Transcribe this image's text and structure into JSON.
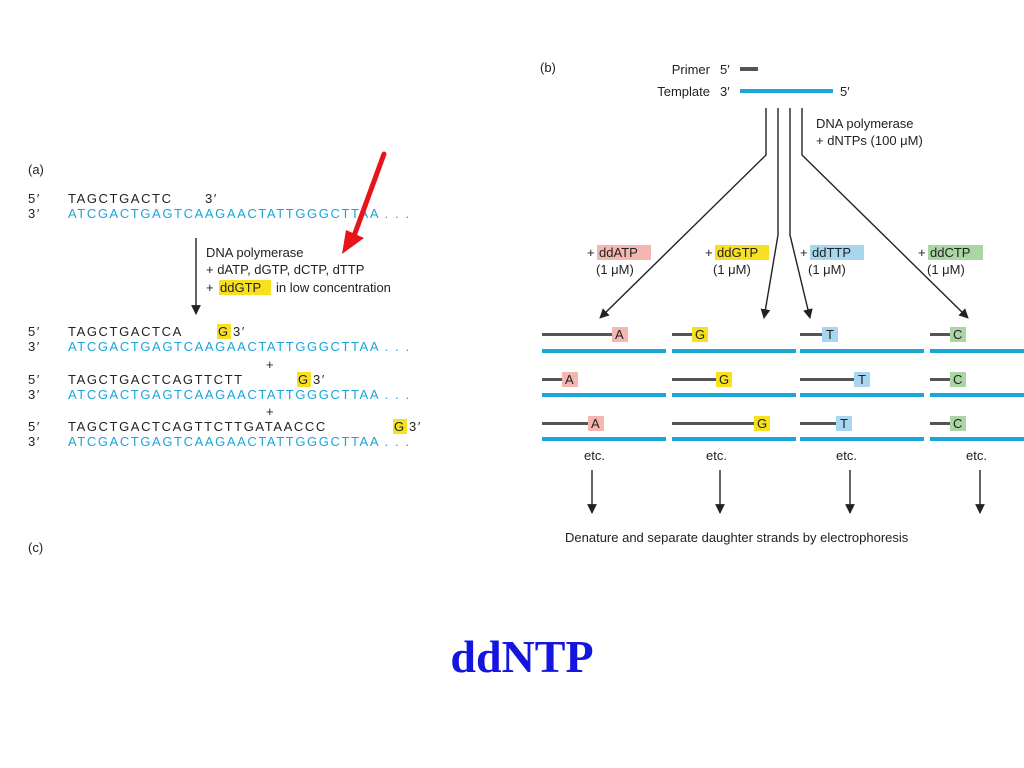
{
  "panel_a": {
    "label": "(a)",
    "top_strand": {
      "end5": "5′",
      "seq": "TAGCTGACTC",
      "end3": "3′"
    },
    "template": {
      "end3": "3′",
      "seq": "ATCGACTGAGTCAAGAACTATTGGGCTTAA . . ."
    },
    "reaction": {
      "line1": "DNA polymerase",
      "line2": "+ dATP, dGTP, dCTP, dTTP",
      "line3_plus": "+",
      "line3_ddgtp": "ddGTP",
      "line3_rest": "in low concentration"
    },
    "products": [
      {
        "end5": "5′",
        "seq": "TAGCTGACTCA",
        "term": "G",
        "end3": "3′"
      },
      {
        "end5": "5′",
        "seq": "TAGCTGACTCAGTTCTT",
        "term": "G",
        "end3": "3′"
      },
      {
        "end5": "5′",
        "seq": "TAGCTGACTCAGTTCTTGATAACCC",
        "term": "G",
        "end3": "3′"
      }
    ],
    "plus": "+"
  },
  "panel_b": {
    "label": "(b)",
    "primer": {
      "label": "Primer",
      "end": "5′"
    },
    "template": {
      "label": "Template",
      "end3": "3′",
      "end5": "5′"
    },
    "polymerase": {
      "line1": "DNA polymerase",
      "line2": "+ dNTPs (100 μM)"
    },
    "reactions": [
      {
        "plus": "+",
        "name": "ddATP",
        "conc": "(1 μM)",
        "base": "A",
        "color": "#f4b6b0"
      },
      {
        "plus": "+",
        "name": "ddGTP",
        "conc": "(1 μM)",
        "base": "G",
        "color": "#f6e020"
      },
      {
        "plus": "+",
        "name": "ddTTP",
        "conc": "(1 μM)",
        "base": "T",
        "color": "#a8d6ee"
      },
      {
        "plus": "+",
        "name": "ddCTP",
        "conc": "(1 μM)",
        "base": "C",
        "color": "#a9d6a3"
      }
    ],
    "etc": "etc.",
    "footer": "Denature and separate daughter strands by electrophoresis"
  },
  "panel_c": {
    "label": "(c)"
  },
  "title": "ddNTP",
  "colors": {
    "template_blue": "#1aa5d8",
    "strand_gray": "#555555",
    "arrow_red": "#e8141b",
    "title_blue": "#1515e0"
  }
}
